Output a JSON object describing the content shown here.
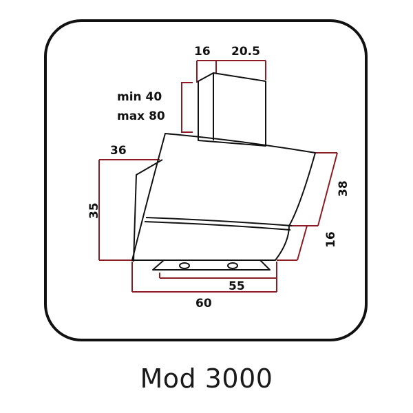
{
  "diagram": {
    "labels": {
      "chimney_depth": "16",
      "chimney_width": "20.5",
      "chimney_height_min": "min 40",
      "chimney_height_max": "max 80",
      "top_depth": "36",
      "body_height": "35",
      "glass_height": "38",
      "lower_height": "16",
      "bottom_width": "55",
      "total_width": "60"
    },
    "colors": {
      "outline": "#111111",
      "dimension_line": "#8b1c24",
      "frame": "#111111",
      "background": "#ffffff"
    }
  },
  "model_name": "Mod 3000"
}
